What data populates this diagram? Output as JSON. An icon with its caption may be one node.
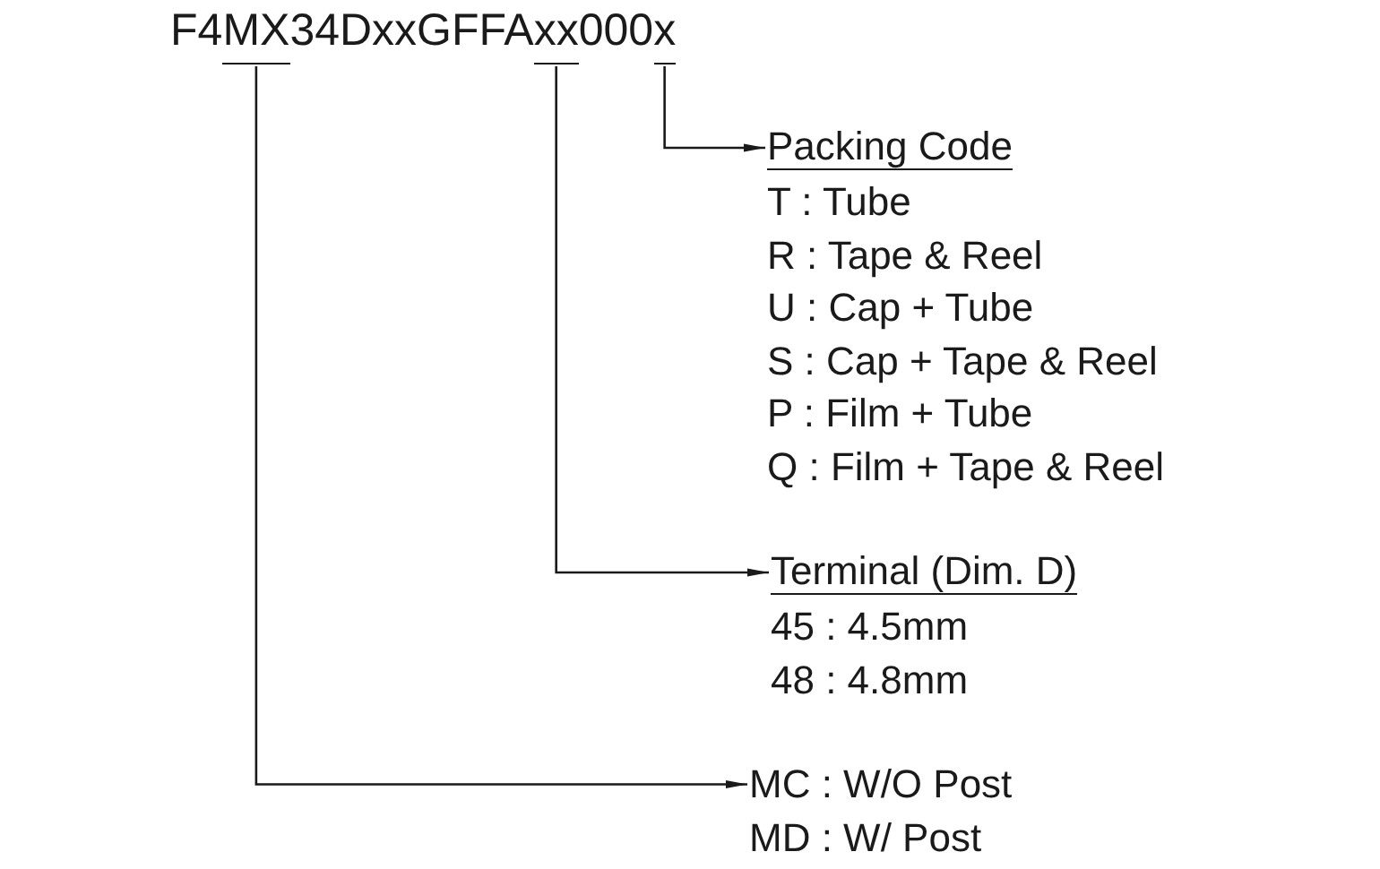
{
  "diagram": {
    "nodes": [
      {
        "text": [
          "F4MX34DxxGFFAxx000x"
        ]
      },
      {
        "text": [
          "Packing Code",
          "T : Tube",
          "R : Tape & Reel",
          "U : Cap + Tube",
          "S : Cap + Tape & Reel",
          "P : Film + Tube",
          "Q : Film + Tape & Reel"
        ]
      },
      {
        "text": [
          "Terminal (Dim. D)",
          "45 : 4.5mm",
          "48 : 4.8mm"
        ]
      },
      {
        "text": [
          "MC : W/O Post",
          "MD : W/ Post"
        ]
      }
    ],
    "edges": [
      {
        "from": 0,
        "to": 1,
        "arrow": "to"
      },
      {
        "from": 0,
        "to": 2,
        "arrow": "to"
      },
      {
        "from": 0,
        "to": 3,
        "arrow": "to"
      }
    ]
  }
}
